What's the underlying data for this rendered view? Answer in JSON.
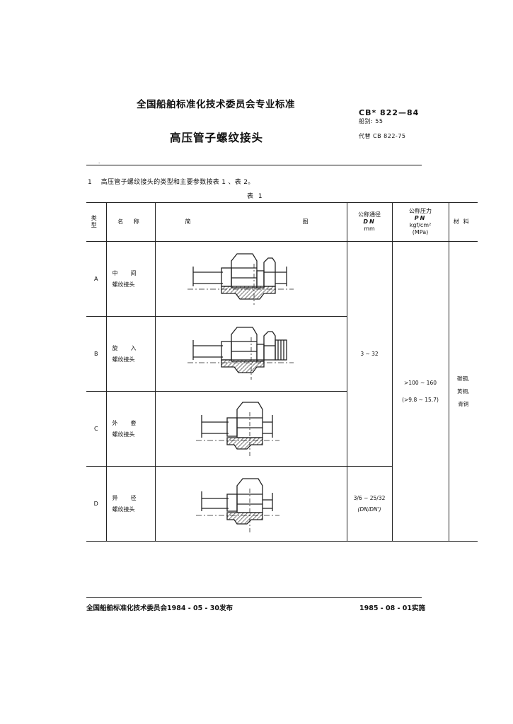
{
  "header": {
    "organization": "全国船舶标准化技术委员会专业标准",
    "standard_code": "CB* 822—84",
    "classification": "船别: 55",
    "title": "高压管子螺纹接头",
    "replaces": "代替 CB 822-75"
  },
  "intro": {
    "clause_number": "1",
    "text": "高压管子螺纹接头的类型和主要参数按表 1 、表 2。"
  },
  "table": {
    "caption": "表 1",
    "headers": {
      "type": "类型",
      "name": "名 称",
      "figure_left": "简",
      "figure_right": "图",
      "dn": [
        "公称通径",
        "DN",
        "mm"
      ],
      "pn": [
        "公称压力",
        "PN",
        "kgf/cm²",
        "(MPa)"
      ],
      "material": "材料"
    },
    "rows": [
      {
        "type": "A",
        "name_1a": "中",
        "name_1b": "间",
        "name_2": "螺纹接头",
        "icon": "union-fitting-a-icon"
      },
      {
        "type": "B",
        "name_1a": "旋",
        "name_1b": "入",
        "name_2": "螺纹接头",
        "icon": "union-fitting-b-icon"
      },
      {
        "type": "C",
        "name_1a": "外",
        "name_1b": "套",
        "name_2": "螺纹接头",
        "icon": "union-fitting-c-icon"
      },
      {
        "type": "D",
        "name_1a": "异",
        "name_1b": "径",
        "name_2": "螺纹接头",
        "icon": "union-fitting-d-icon"
      }
    ],
    "dn_abc": "3 ~ 32",
    "dn_d": [
      "3/6 ~ 25/32",
      "(DN/DN')"
    ],
    "pn": [
      ">100 ~ 160",
      "(>9.8 ~ 15.7)"
    ],
    "material": [
      "碳钢,",
      "黄铜,",
      "青铜"
    ]
  },
  "footer": {
    "issued": "全国船舶标准化技术委员会1984 - 05 - 30发布",
    "effective": "1985 - 08 - 01实施"
  }
}
